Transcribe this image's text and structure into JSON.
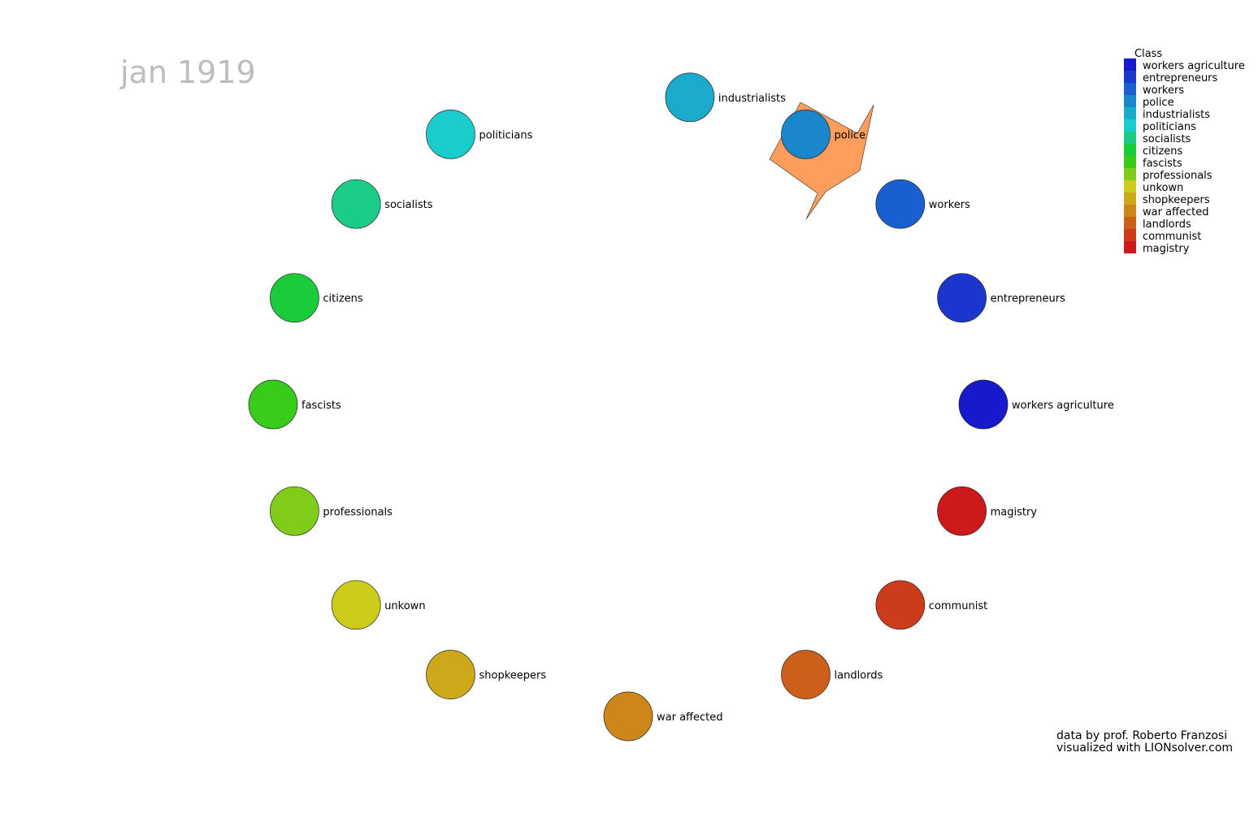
{
  "period": "jan 1919",
  "legend": {
    "title": "Class",
    "items": [
      {
        "label": "workers agriculture",
        "color": "#1818cc"
      },
      {
        "label": "entrepreneurs",
        "color": "#1a36cc"
      },
      {
        "label": "workers",
        "color": "#1a5fd0"
      },
      {
        "label": "police",
        "color": "#1a86cc"
      },
      {
        "label": "industrialists",
        "color": "#1aaacc"
      },
      {
        "label": "politicians",
        "color": "#1acccc"
      },
      {
        "label": "socialists",
        "color": "#1acc88"
      },
      {
        "label": "citizens",
        "color": "#1acc3a"
      },
      {
        "label": "fascists",
        "color": "#38cc1a"
      },
      {
        "label": "professionals",
        "color": "#80cc1a"
      },
      {
        "label": "unkown",
        "color": "#cccc1a"
      },
      {
        "label": "shopkeepers",
        "color": "#cca81a"
      },
      {
        "label": "war affected",
        "color": "#cc861a"
      },
      {
        "label": "landlords",
        "color": "#cc601a"
      },
      {
        "label": "communist",
        "color": "#cc3c1a"
      },
      {
        "label": "magistry",
        "color": "#cc1a1a"
      }
    ]
  },
  "nodes": [
    {
      "label": "workers agriculture",
      "color": "#1818cc"
    },
    {
      "label": "entrepreneurs",
      "color": "#1a36cc"
    },
    {
      "label": "workers",
      "color": "#1a5fd0"
    },
    {
      "label": "police",
      "color": "#1a86cc"
    },
    {
      "label": "industrialists",
      "color": "#1aaacc"
    },
    {
      "label": "politicians",
      "color": "#1acccc"
    },
    {
      "label": "socialists",
      "color": "#1acc88"
    },
    {
      "label": "citizens",
      "color": "#1acc3a"
    },
    {
      "label": "fascists",
      "color": "#38cc1a"
    },
    {
      "label": "professionals",
      "color": "#80cc1a"
    },
    {
      "label": "unkown",
      "color": "#cccc1a"
    },
    {
      "label": "shopkeepers",
      "color": "#cca81a"
    },
    {
      "label": "war affected",
      "color": "#cc861a"
    },
    {
      "label": "landlords",
      "color": "#cc601a"
    },
    {
      "label": "communist",
      "color": "#cc3c1a"
    },
    {
      "label": "magistry",
      "color": "#cc1a1a"
    }
  ],
  "self_loops": [
    {
      "node": "police",
      "color": "#ff9d5c"
    }
  ],
  "credits": {
    "line1": "data by prof. Roberto Franzosi",
    "line2": "visualized with LIONsolver.com"
  }
}
